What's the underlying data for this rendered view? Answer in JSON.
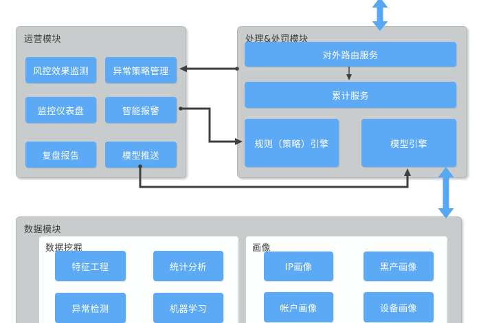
{
  "colors": {
    "node_blue": "#5ca9f6",
    "blue_arrow": "#58a7f3",
    "panel_gray": "#c9cccd",
    "subpanel_white": "#fdfefe",
    "connector_dark": "#3f3f3f",
    "title_text": "#3d3d3d",
    "node_text": "#ffffff",
    "background": "#ffffff"
  },
  "diagram": {
    "operations": {
      "title": "运营模块",
      "buttons": [
        "风控效果监测",
        "异常策略管理",
        "监控仪表盘",
        "智能报警",
        "复盘报告",
        "模型推送"
      ]
    },
    "processing": {
      "title": "处理&处罚模块",
      "routing": "对外路由服务",
      "accumulation": "累计服务",
      "rule_engine": "规则（策略）引擎",
      "model_engine": "模型引擎"
    },
    "data": {
      "title": "数据模块",
      "mining": {
        "title": "数据挖掘",
        "buttons": [
          "特征工程",
          "统计分析",
          "异常检测",
          "机器学习"
        ]
      },
      "profile": {
        "title": "画像",
        "buttons": [
          "IP画像",
          "黑产画像",
          "帐户画像",
          "设备画像"
        ]
      }
    }
  }
}
